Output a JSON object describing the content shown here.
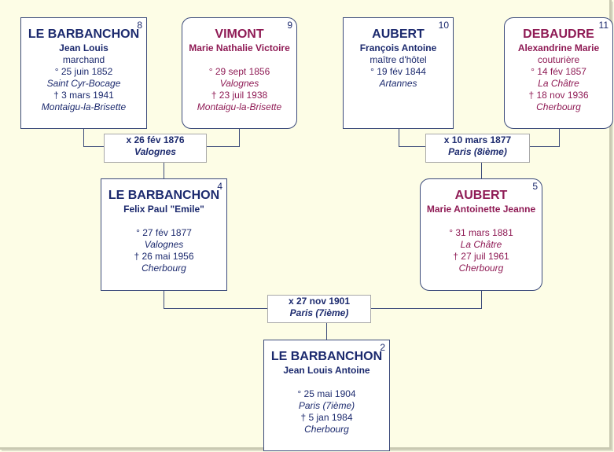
{
  "persons": {
    "p8": {
      "num": "8",
      "surname": "LE BARBANCHON",
      "given": "Jean Louis",
      "occupation": "marchand",
      "birth": "° 25 juin 1852",
      "birth_place": "Saint Cyr-Bocage",
      "death": "† 3 mars 1941",
      "death_place": "Montaigu-la-Brisette"
    },
    "p9": {
      "num": "9",
      "surname": "VIMONT",
      "given": "Marie Nathalie Victoire",
      "birth": "° 29 sept 1856",
      "birth_place": "Valognes",
      "death": "† 23 juil 1938",
      "death_place": "Montaigu-la-Brisette"
    },
    "p10": {
      "num": "10",
      "surname": "AUBERT",
      "given": "François Antoine",
      "occupation": "maître d'hôtel",
      "birth": "° 19 fév 1844",
      "birth_place": "Artannes"
    },
    "p11": {
      "num": "11",
      "surname": "DEBAUDRE",
      "given": "Alexandrine Marie",
      "occupation": "couturière",
      "birth": "° 14 fév 1857",
      "birth_place": "La Châtre",
      "death": "† 18 nov 1936",
      "death_place": "Cherbourg"
    },
    "p4": {
      "num": "4",
      "surname": "LE BARBANCHON",
      "given": "Felix Paul \"Emile\"",
      "birth": "° 27 fév 1877",
      "birth_place": "Valognes",
      "death": "† 26 mai 1956",
      "death_place": "Cherbourg"
    },
    "p5": {
      "num": "5",
      "surname": "AUBERT",
      "given": "Marie Antoinette Jeanne",
      "birth": "° 31 mars 1881",
      "birth_place": "La Châtre",
      "death": "† 27 juil 1961",
      "death_place": "Cherbourg"
    },
    "p2": {
      "num": "2",
      "surname": "LE BARBANCHON",
      "given": "Jean Louis Antoine",
      "birth": "° 25 mai 1904",
      "birth_place": "Paris (7ième)",
      "death": "† 5 jan 1984",
      "death_place": "Cherbourg"
    }
  },
  "marriages": {
    "m89": {
      "date": "x 26 fév 1876",
      "place": "Valognes"
    },
    "m1011": {
      "date": "x 10 mars 1877",
      "place": "Paris (8ième)"
    },
    "m45": {
      "date": "x 27 nov 1901",
      "place": "Paris (7ième)"
    }
  },
  "colors": {
    "male": "#1c2a6e",
    "female": "#8f1b55",
    "background": "#fdfde6",
    "line": "#3b4a7a"
  }
}
